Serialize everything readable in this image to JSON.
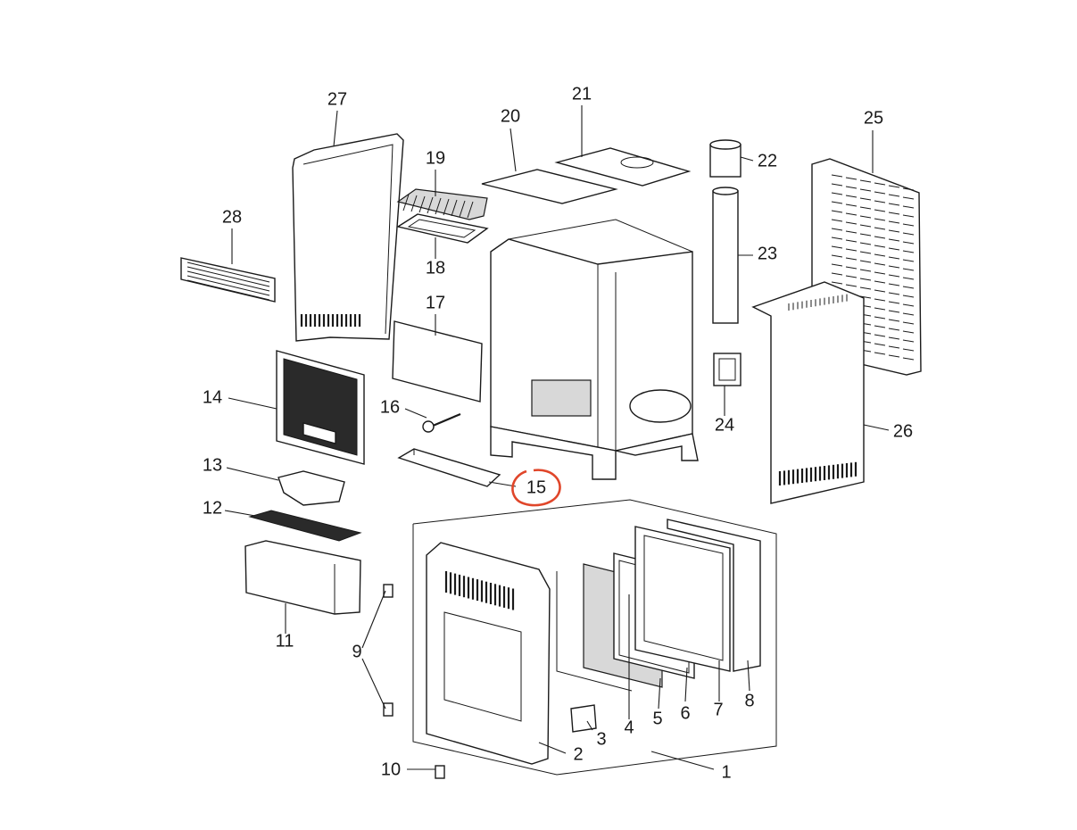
{
  "diagram": {
    "labels": {
      "p1": "1",
      "p2": "2",
      "p3": "3",
      "p4": "4",
      "p5": "5",
      "p6": "6",
      "p7": "7",
      "p8": "8",
      "p9": "9",
      "p10": "10",
      "p11": "11",
      "p12": "12",
      "p13": "13",
      "p14": "14",
      "p15": "15",
      "p16": "16",
      "p17": "17",
      "p18": "18",
      "p19": "19",
      "p20": "20",
      "p21": "21",
      "p22": "22",
      "p23": "23",
      "p24": "24",
      "p25": "25",
      "p26": "26",
      "p27": "27",
      "p28": "28"
    },
    "highlighted_part": "15",
    "highlight_color": "#e0462a",
    "line_color": "#1a1a1a"
  }
}
